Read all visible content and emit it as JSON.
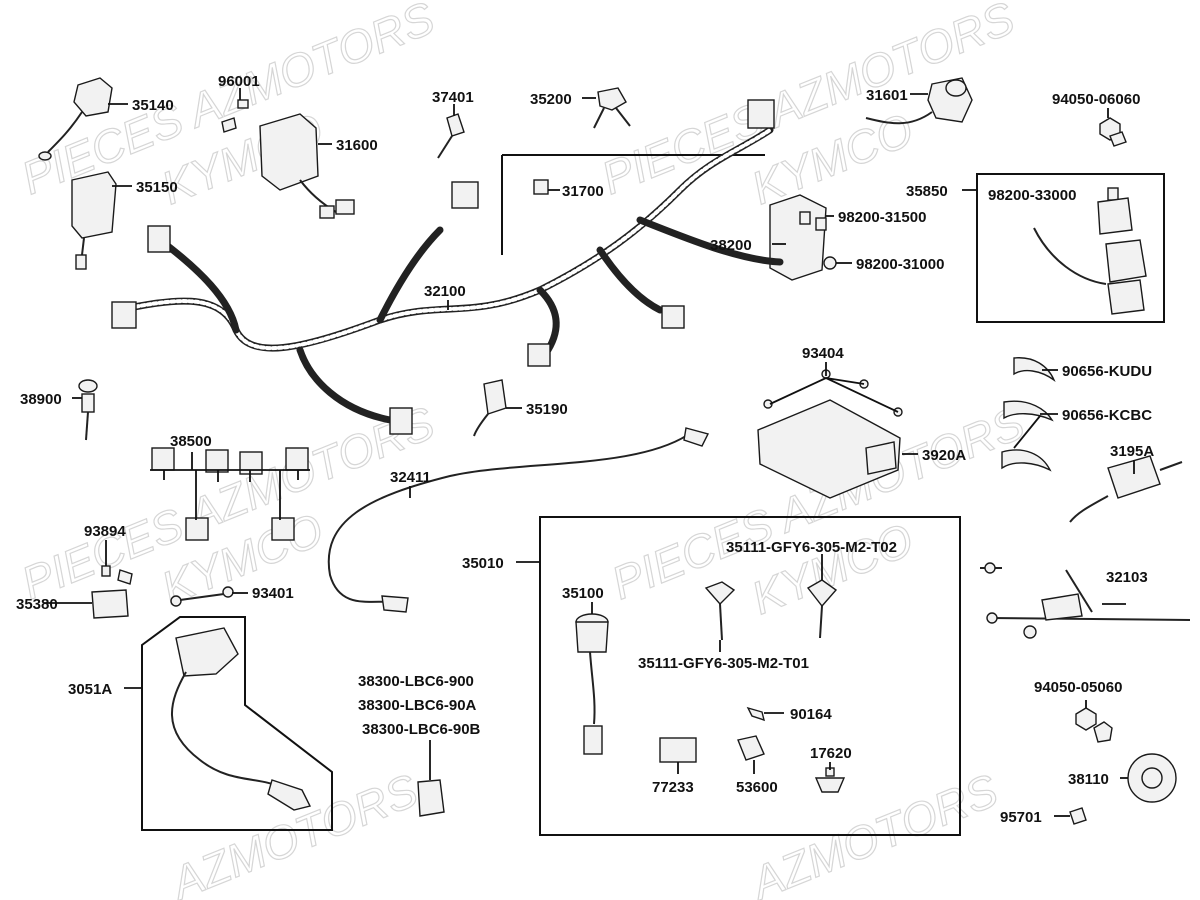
{
  "watermarks": [
    "PIECES AZMOTORS",
    "KYMCO",
    "PIECES AZMOTORS",
    "KYMCO",
    "PIECES AZMOTORS",
    "KYMCO",
    "PIECES AZMOTORS",
    "KYMCO",
    "AZMOTORS",
    "AZMOTORS"
  ],
  "parts": {
    "p35140": "35140",
    "p96001": "96001",
    "p37401": "37401",
    "p35200": "35200",
    "p31601": "31601",
    "p94050_06060": "94050-06060",
    "p31600": "31600",
    "p35150": "35150",
    "p31700": "31700",
    "p35850": "35850",
    "p98200_33000": "98200-33000",
    "p98200_31500": "98200-31500",
    "p38200": "38200",
    "p98200_31000": "98200-31000",
    "p32100": "32100",
    "p93404": "93404",
    "p90656_kudu": "90656-KUDU",
    "p38900": "38900",
    "p35190": "35190",
    "p90656_kcbc": "90656-KCBC",
    "p38500": "38500",
    "p3920a": "3920A",
    "p3195a": "3195A",
    "p32411": "32411",
    "p93894": "93894",
    "p35010": "35010",
    "p35111_t02": "35111-GFY6-305-M2-T02",
    "p32103": "32103",
    "p35380": "35380",
    "p93401": "93401",
    "p35100": "35100",
    "p35111_t01": "35111-GFY6-305-M2-T01",
    "p3051a": "3051A",
    "p38300_900": "38300-LBC6-900",
    "p38300_90a": "38300-LBC6-90A",
    "p38300_90b": "38300-LBC6-90B",
    "p94050_05060": "94050-05060",
    "p90164": "90164",
    "p17620": "17620",
    "p77233": "77233",
    "p53600": "53600",
    "p38110": "38110",
    "p95701": "95701"
  }
}
